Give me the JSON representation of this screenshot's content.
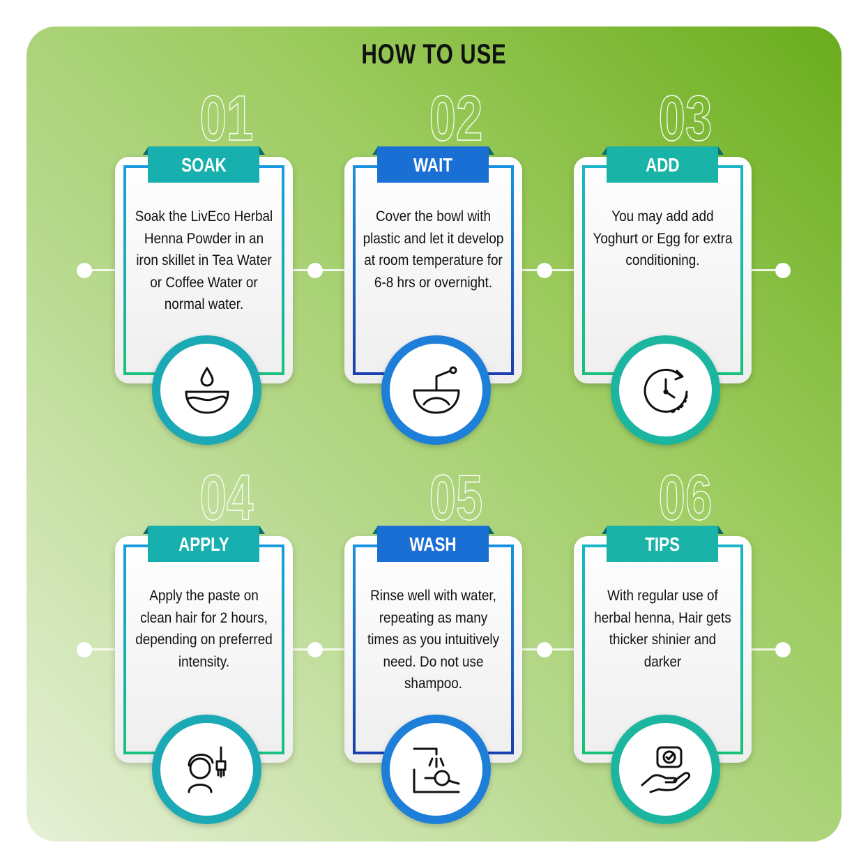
{
  "title": "HOW TO USE",
  "steps": [
    {
      "number": "01",
      "label": "SOAK",
      "text": "Soak the LivEco Herbal Henna Powder in an iron skillet in Tea Water or Coffee Water or normal water.",
      "icon": "water-bowl-icon",
      "ribbon": "#17b0ae",
      "ring": "#1aa9b5"
    },
    {
      "number": "02",
      "label": "WAIT",
      "text": "Cover the bowl with plastic and let it develop at room temperature for 6-8 hrs or overnight.",
      "icon": "mixing-bowl-icon",
      "ribbon": "#1a6fd4",
      "ring": "#1e7fd8"
    },
    {
      "number": "03",
      "label": "ADD",
      "text": "You may add add Yoghurt or Egg for extra conditioning.",
      "icon": "clock-icon",
      "ribbon": "#1ab3a8",
      "ring": "#1cb6a0"
    },
    {
      "number": "04",
      "label": "APPLY",
      "text": "Apply the paste on clean hair for 2 hours, depending on preferred intensity.",
      "icon": "hair-dye-brush-icon",
      "ribbon": "#17b0ae",
      "ring": "#1aa9b5"
    },
    {
      "number": "05",
      "label": "WASH",
      "text": "Rinse well with water, repeating as many times as you intuitively need. Do not use shampoo.",
      "icon": "hair-wash-icon",
      "ribbon": "#1a6fd4",
      "ring": "#1e7fd8"
    },
    {
      "number": "06",
      "label": "TIPS",
      "text": "With regular use of herbal henna, Hair gets thicker shinier and darker",
      "icon": "hand-check-icon",
      "ribbon": "#1ab3a8",
      "ring": "#1cb6a0"
    }
  ]
}
